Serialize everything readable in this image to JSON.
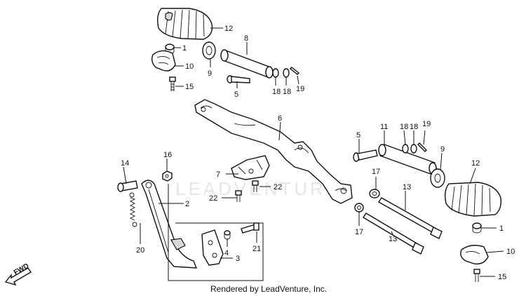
{
  "watermark": "LEADVENTURE",
  "footer": "Rendered by LeadVenture, Inc.",
  "fwd_label": "FWD",
  "callouts": {
    "c12a": "12",
    "c1a": "1",
    "c10a": "10",
    "c15a": "15",
    "c9a": "9",
    "c8": "8",
    "c5a": "5",
    "c18a": "18",
    "c18b": "18",
    "c19a": "19",
    "c6": "6",
    "c14": "14",
    "c16": "16",
    "c2": "2",
    "c7": "7",
    "c22a": "22",
    "c22b": "22",
    "c20": "20",
    "c4": "4",
    "c3": "3",
    "c21": "21",
    "c5b": "5",
    "c11": "11",
    "c18c": "18",
    "c18d": "18",
    "c19b": "19",
    "c9b": "9",
    "c12b": "12",
    "c17a": "17",
    "c13a": "13",
    "c17b": "17",
    "c13b": "13",
    "c1b": "1",
    "c10b": "10",
    "c15b": "15"
  }
}
